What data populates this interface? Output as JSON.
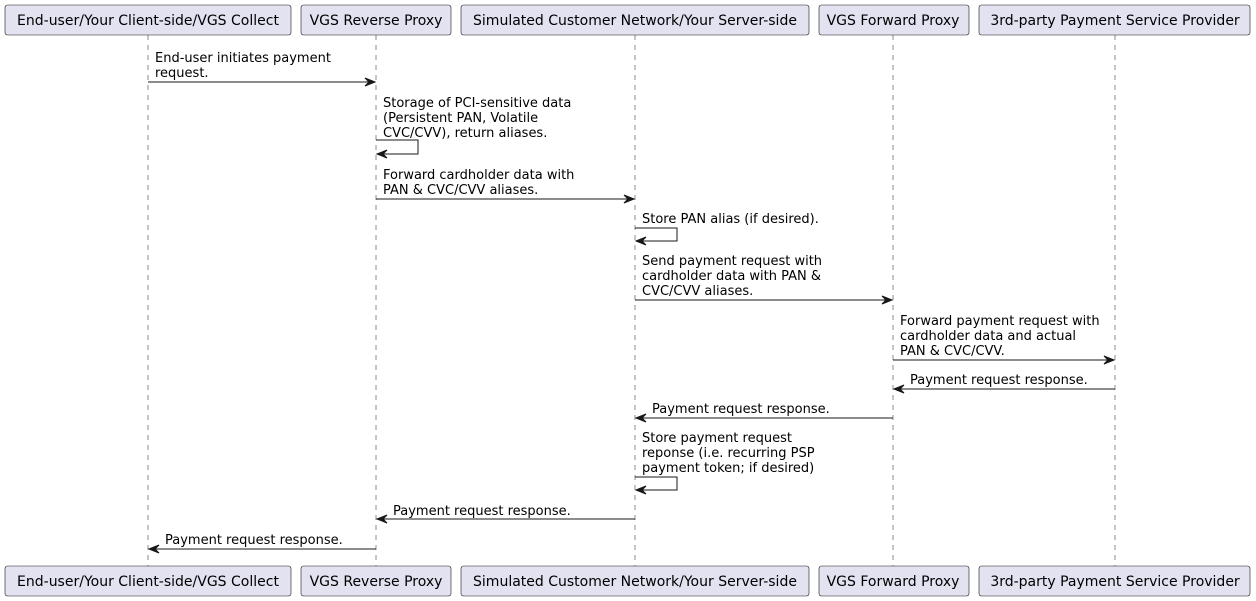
{
  "participants": [
    {
      "id": "client",
      "label": "End-user/Your Client-side/VGS Collect"
    },
    {
      "id": "reverse",
      "label": "VGS Reverse Proxy"
    },
    {
      "id": "server",
      "label": "Simulated Customer Network/Your Server-side"
    },
    {
      "id": "forward",
      "label": "VGS Forward Proxy"
    },
    {
      "id": "psp",
      "label": "3rd-party Payment Service Provider"
    }
  ],
  "messages": [
    {
      "from": "client",
      "to": "reverse",
      "lines": [
        "End-user initiates payment",
        "request."
      ]
    },
    {
      "from": "reverse",
      "to": "reverse",
      "lines": [
        "Storage of PCI-sensitive data",
        "(Persistent PAN, Volatile",
        "CVC/CVV), return aliases."
      ]
    },
    {
      "from": "reverse",
      "to": "server",
      "lines": [
        "Forward cardholder data with",
        "PAN & CVC/CVV aliases."
      ]
    },
    {
      "from": "server",
      "to": "server",
      "lines": [
        "Store PAN alias (if desired)."
      ]
    },
    {
      "from": "server",
      "to": "forward",
      "lines": [
        "Send payment request with",
        "cardholder data with PAN &",
        "CVC/CVV aliases."
      ]
    },
    {
      "from": "forward",
      "to": "psp",
      "lines": [
        "Forward payment request with",
        "cardholder data and actual",
        "PAN & CVC/CVV."
      ]
    },
    {
      "from": "psp",
      "to": "forward",
      "lines": [
        "Payment request response."
      ]
    },
    {
      "from": "forward",
      "to": "server",
      "lines": [
        "Payment request response."
      ]
    },
    {
      "from": "server",
      "to": "server",
      "lines": [
        "Store payment request",
        "reponse (i.e. recurring PSP",
        "payment token; if desired)"
      ]
    },
    {
      "from": "server",
      "to": "reverse",
      "lines": [
        "Payment request response."
      ]
    },
    {
      "from": "reverse",
      "to": "client",
      "lines": [
        "Payment request response."
      ]
    }
  ],
  "colors": {
    "participant_fill": "#e2e2f0",
    "line": "#181818",
    "text": "#000000"
  }
}
